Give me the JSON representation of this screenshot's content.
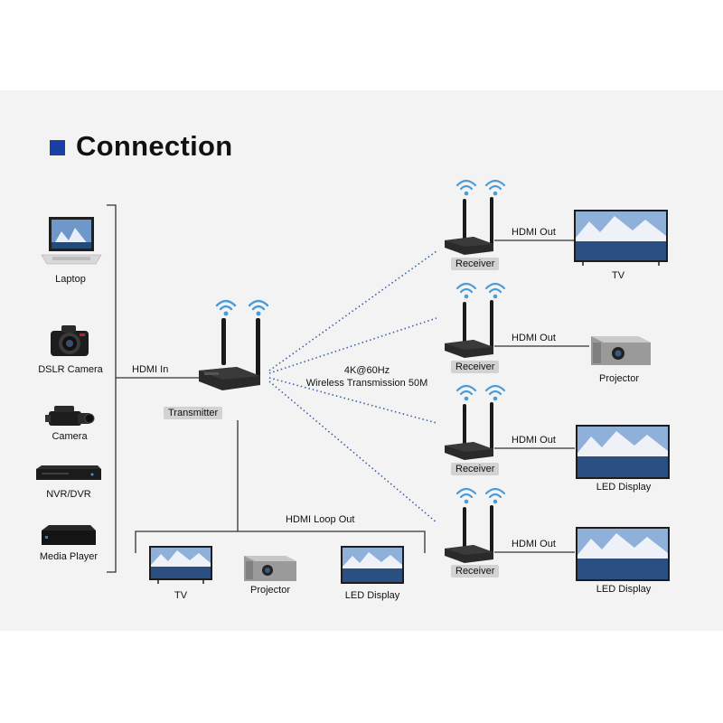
{
  "title": "Connection",
  "colors": {
    "accent": "#1a3fa6",
    "link": "#3c5fa8",
    "panel": "#f3f3f3",
    "tag": "#d2d2d2",
    "device": "#2a2a2a"
  },
  "sources": [
    {
      "label": "Laptop",
      "icon": "laptop-icon"
    },
    {
      "label": "DSLR Camera",
      "icon": "dslr-camera-icon"
    },
    {
      "label": "Camera",
      "icon": "video-camera-icon"
    },
    {
      "label": "NVR/DVR",
      "icon": "nvr-dvr-icon"
    },
    {
      "label": "Media Player",
      "icon": "media-player-icon"
    }
  ],
  "hdmi_in": "HDMI In",
  "transmitter": "Transmitter",
  "wireless": {
    "line1": "4K@60Hz",
    "line2": "Wireless Transmission 50M"
  },
  "loop_out": {
    "label": "HDMI Loop Out",
    "devices": [
      {
        "label": "TV",
        "icon": "tv-icon"
      },
      {
        "label": "Projector",
        "icon": "projector-icon"
      },
      {
        "label": "LED Display",
        "icon": "led-display-icon"
      }
    ]
  },
  "receivers": [
    {
      "tag": "Receiver",
      "link": "HDMI Out",
      "device": "TV",
      "icon": "tv-icon"
    },
    {
      "tag": "Receiver",
      "link": "HDMI Out",
      "device": "Projector",
      "icon": "projector-icon"
    },
    {
      "tag": "Receiver",
      "link": "HDMI Out",
      "device": "LED Display",
      "icon": "led-display-icon"
    },
    {
      "tag": "Receiver",
      "link": "HDMI Out",
      "device": "LED Display",
      "icon": "led-display-icon"
    }
  ]
}
